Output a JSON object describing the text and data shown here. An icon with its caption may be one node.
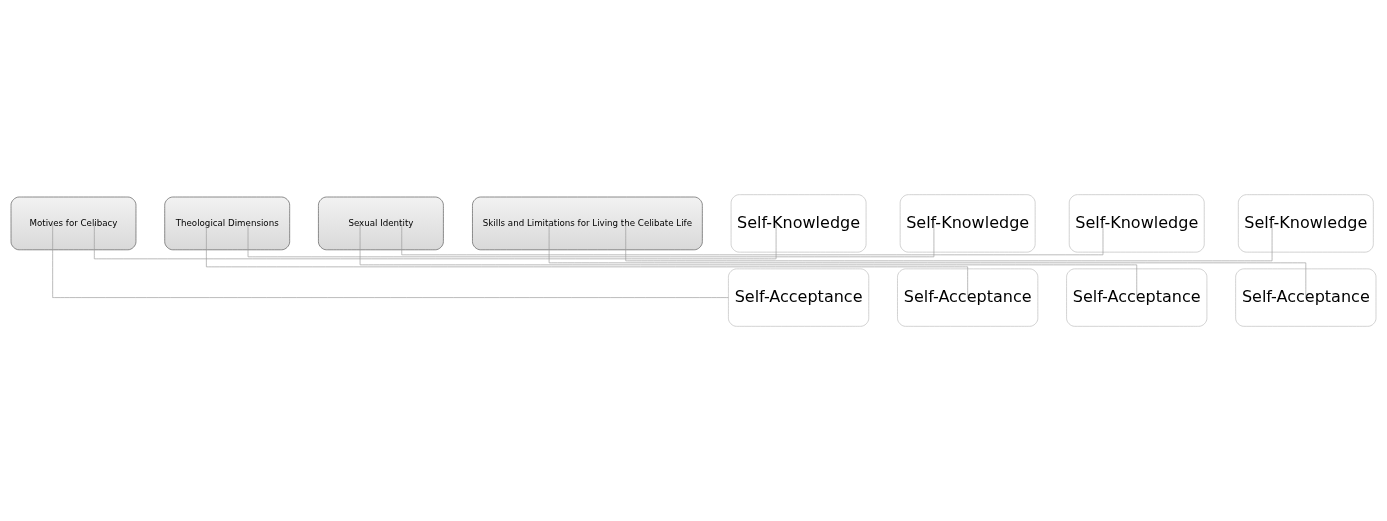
{
  "diagram": {
    "nodes": [
      {
        "text": [
          "Motives for Celibacy"
        ]
      },
      {
        "text": [
          "Self-Knowledge"
        ]
      },
      {
        "text": [
          "Self-Acceptance"
        ]
      },
      {
        "text": [
          "Theological Dimensions"
        ]
      },
      {
        "text": [
          "Self-Knowledge"
        ]
      },
      {
        "text": [
          "Self-Acceptance"
        ]
      },
      {
        "text": [
          "Sexual Identity"
        ]
      },
      {
        "text": [
          "Self-Knowledge"
        ]
      },
      {
        "text": [
          "Self-Acceptance"
        ]
      },
      {
        "text": [
          "Skills and Limitations for Living the Celibate Life"
        ]
      },
      {
        "text": [
          "Self-Knowledge"
        ]
      },
      {
        "text": [
          "Self-Acceptance"
        ]
      }
    ],
    "edges": [
      {
        "from": 0,
        "to": 1,
        "arrow": "none"
      },
      {
        "from": 0,
        "to": 2,
        "arrow": "none"
      },
      {
        "from": 3,
        "to": 4,
        "arrow": "none"
      },
      {
        "from": 3,
        "to": 5,
        "arrow": "none"
      },
      {
        "from": 6,
        "to": 7,
        "arrow": "none"
      },
      {
        "from": 6,
        "to": 8,
        "arrow": "none"
      },
      {
        "from": 9,
        "to": 10,
        "arrow": "none"
      },
      {
        "from": 9,
        "to": 11,
        "arrow": "none"
      }
    ]
  }
}
